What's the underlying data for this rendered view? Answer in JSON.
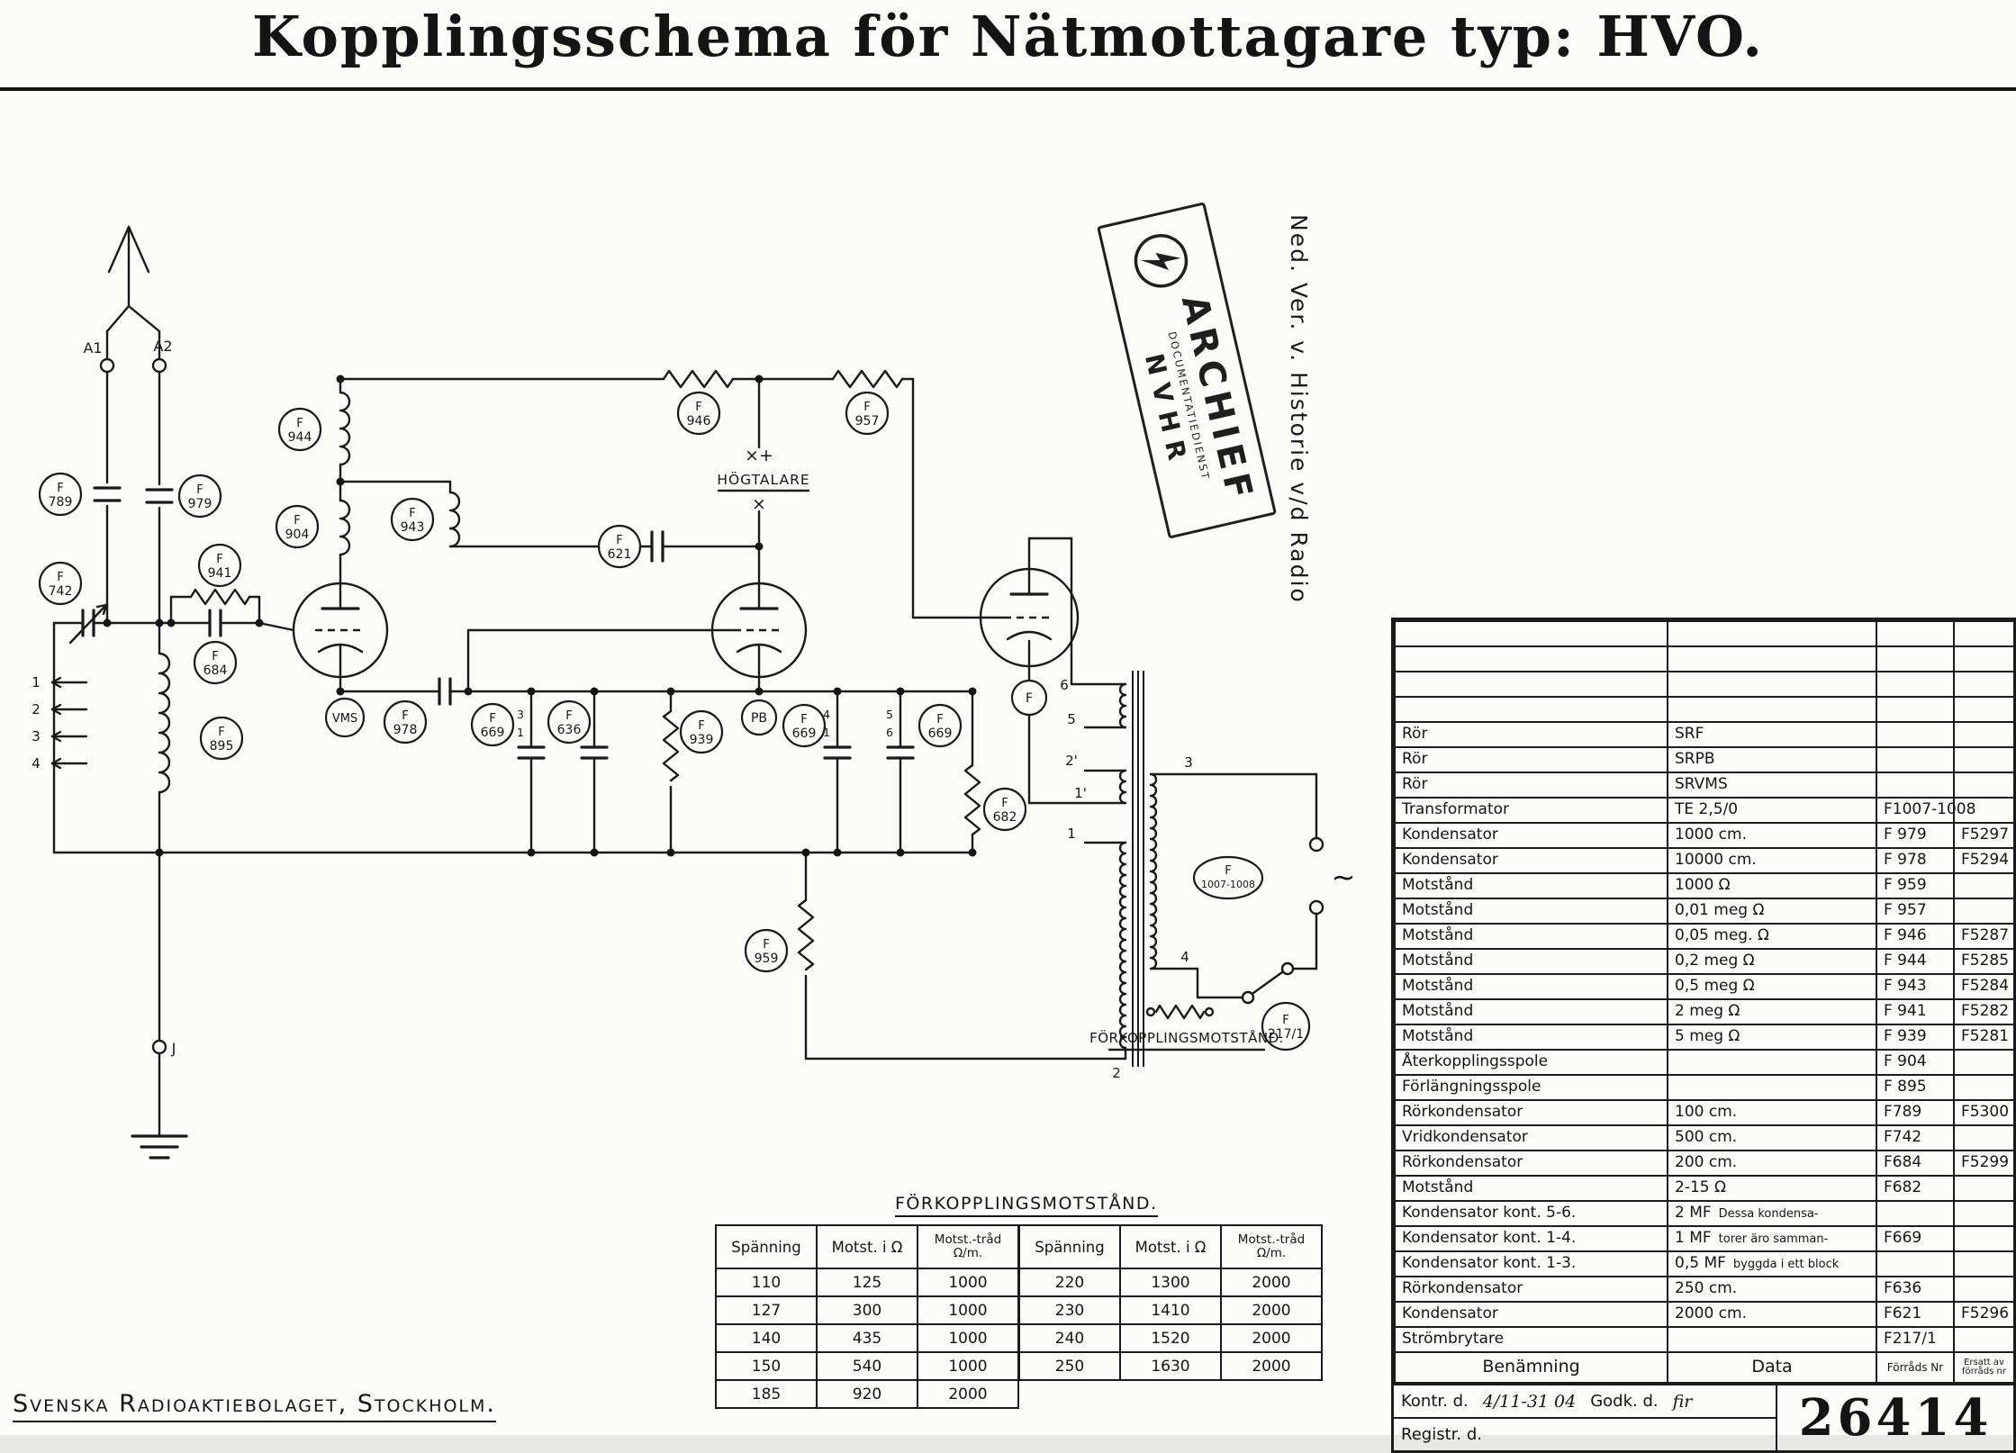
{
  "title": "Kopplingsschema för Nätmottagare typ: HVO.",
  "footer": "Svenska Radioaktiebolaget, Stockholm.",
  "stamp": {
    "line1": "ARCHIEF",
    "line2": "DOCUMENTATIEDIENST",
    "line3": "NVHR",
    "vertical_text": "Ned. Ver. v. Historie v/d Radio"
  },
  "schematic": {
    "terminals": {
      "a1": "A1",
      "a2": "A2",
      "j": "J",
      "ac": "~",
      "spk_plus": "×+",
      "spk_minus": "×"
    },
    "speaker": "HÖGTALARE",
    "series_resistor_label": "F​ÖRKOPPLINGSMOTSTÅND.",
    "tubes": {
      "vms": "VMS",
      "pb": "PB",
      "f": "F"
    },
    "labels": {
      "f789": {
        "t": "F",
        "n": "789"
      },
      "f979": {
        "t": "F",
        "n": "979"
      },
      "f742": {
        "t": "F",
        "n": "742"
      },
      "f941": {
        "t": "F",
        "n": "941"
      },
      "f684": {
        "t": "F",
        "n": "684"
      },
      "f895": {
        "t": "F",
        "n": "895"
      },
      "f944": {
        "t": "F",
        "n": "944"
      },
      "f904": {
        "t": "F",
        "n": "904"
      },
      "f943": {
        "t": "F",
        "n": "943"
      },
      "f946": {
        "t": "F",
        "n": "946"
      },
      "f957": {
        "t": "F",
        "n": "957"
      },
      "f621": {
        "t": "F",
        "n": "621"
      },
      "f978": {
        "t": "F",
        "n": "978"
      },
      "f669a": {
        "t": "F",
        "n": "669"
      },
      "f636": {
        "t": "F",
        "n": "636"
      },
      "f939": {
        "t": "F",
        "n": "939"
      },
      "f669b": {
        "t": "F",
        "n": "669"
      },
      "f669c": {
        "t": "F",
        "n": "669"
      },
      "f682": {
        "t": "F",
        "n": "682"
      },
      "f959": {
        "t": "F",
        "n": "959"
      },
      "f217": {
        "t": "F",
        "n": "217/1"
      },
      "f1007": {
        "t": "F",
        "n": "1007-1008"
      }
    },
    "coil_taps": [
      "1",
      "2",
      "3",
      "4"
    ],
    "xfmr_left_taps": [
      "6",
      "5",
      "2'",
      "1'",
      "1",
      "2"
    ],
    "xfmr_right_taps": [
      "3",
      "4"
    ],
    "cap_contacts": [
      "3",
      "1",
      "4",
      "1",
      "5",
      "6"
    ]
  },
  "parts": {
    "rows": [
      {
        "n": "",
        "d": "",
        "note": "",
        "f": "",
        "e": ""
      },
      {
        "n": "",
        "d": "",
        "note": "",
        "f": "",
        "e": ""
      },
      {
        "n": "",
        "d": "",
        "note": "",
        "f": "",
        "e": ""
      },
      {
        "n": "",
        "d": "",
        "note": "",
        "f": "",
        "e": ""
      },
      {
        "n": "Rör",
        "d": "SRF",
        "note": "",
        "f": "",
        "e": ""
      },
      {
        "n": "Rör",
        "d": "SRPB",
        "note": "",
        "f": "",
        "e": ""
      },
      {
        "n": "Rör",
        "d": "SRVMS",
        "note": "",
        "f": "",
        "e": ""
      },
      {
        "n": "Transformator",
        "d": "TE 2,5/0",
        "note": "",
        "f": "F1007-1008",
        "e": ""
      },
      {
        "n": "Kondensator",
        "d": "1000 cm.",
        "note": "",
        "f": "F 979",
        "e": "F5297"
      },
      {
        "n": "Kondensator",
        "d": "10000 cm.",
        "note": "",
        "f": "F 978",
        "e": "F5294"
      },
      {
        "n": "Motstånd",
        "d": "1000 Ω",
        "note": "",
        "f": "F 959",
        "e": ""
      },
      {
        "n": "Motstånd",
        "d": "0,01 meg Ω",
        "note": "",
        "f": "F 957",
        "e": ""
      },
      {
        "n": "Motstånd",
        "d": "0,05 meg. Ω",
        "note": "",
        "f": "F 946",
        "e": "F5287"
      },
      {
        "n": "Motstånd",
        "d": "0,2 meg Ω",
        "note": "",
        "f": "F 944",
        "e": "F5285"
      },
      {
        "n": "Motstånd",
        "d": "0,5 meg Ω",
        "note": "",
        "f": "F 943",
        "e": "F5284"
      },
      {
        "n": "Motstånd",
        "d": "2 meg Ω",
        "note": "",
        "f": "F 941",
        "e": "F5282"
      },
      {
        "n": "Motstånd",
        "d": "5 meg Ω",
        "note": "",
        "f": "F 939",
        "e": "F5281"
      },
      {
        "n": "Återkopplingsspole",
        "d": "",
        "note": "",
        "f": "F 904",
        "e": ""
      },
      {
        "n": "Förlängningsspole",
        "d": "",
        "note": "",
        "f": "F 895",
        "e": ""
      },
      {
        "n": "Rörkondensator",
        "d": "100 cm.",
        "note": "",
        "f": "F789",
        "e": "F5300"
      },
      {
        "n": "Vridkondensator",
        "d": "500 cm.",
        "note": "",
        "f": "F742",
        "e": ""
      },
      {
        "n": "Rörkondensator",
        "d": "200 cm.",
        "note": "",
        "f": "F684",
        "e": "F5299"
      },
      {
        "n": "Motstånd",
        "d": "2-15 Ω",
        "note": "",
        "f": "F682",
        "e": ""
      },
      {
        "n": "Kondensator  kont. 5-6.",
        "d": "2 MF",
        "note": "Dessa kondensa-",
        "f": "",
        "e": ""
      },
      {
        "n": "Kondensator  kont. 1-4.",
        "d": "1 MF",
        "note": "torer äro samman-",
        "f": "F669",
        "e": ""
      },
      {
        "n": "Kondensator  kont. 1-3.",
        "d": "0,5 MF",
        "note": "byggda i ett block",
        "f": "",
        "e": ""
      },
      {
        "n": "Rörkondensator",
        "d": "250 cm.",
        "note": "",
        "f": "F636",
        "e": ""
      },
      {
        "n": "Kondensator",
        "d": "2000 cm.",
        "note": "",
        "f": "F621",
        "e": "F5296"
      },
      {
        "n": "Strömbrytare",
        "d": "",
        "note": "",
        "f": "F217/1",
        "e": ""
      }
    ],
    "header": {
      "benamning": "Benämning",
      "data": "Data",
      "forrads": "Förråds Nr",
      "ersatt": "Ersatt av förråds nr"
    },
    "kontr_label": "Kontr. d.",
    "kontr_value": "4/11-31 04",
    "godk_label": "Godk. d.",
    "godk_value": "fir",
    "registr_label": "Registr. d.",
    "number": "26414"
  },
  "resistor_tables": {
    "title": "FÖRKOPPLINGSMOTSTÅND.",
    "headers": {
      "h1": "Spänning",
      "h2": "Motst. i Ω",
      "h3a": "Motst.-tråd",
      "h3b": "Ω/m."
    },
    "table1": [
      [
        "110",
        "125",
        "1000"
      ],
      [
        "127",
        "300",
        "1000"
      ],
      [
        "140",
        "435",
        "1000"
      ],
      [
        "150",
        "540",
        "1000"
      ],
      [
        "185",
        "920",
        "2000"
      ]
    ],
    "table2": [
      [
        "220",
        "1300",
        "2000"
      ],
      [
        "230",
        "1410",
        "2000"
      ],
      [
        "240",
        "1520",
        "2000"
      ],
      [
        "250",
        "1630",
        "2000"
      ]
    ]
  }
}
